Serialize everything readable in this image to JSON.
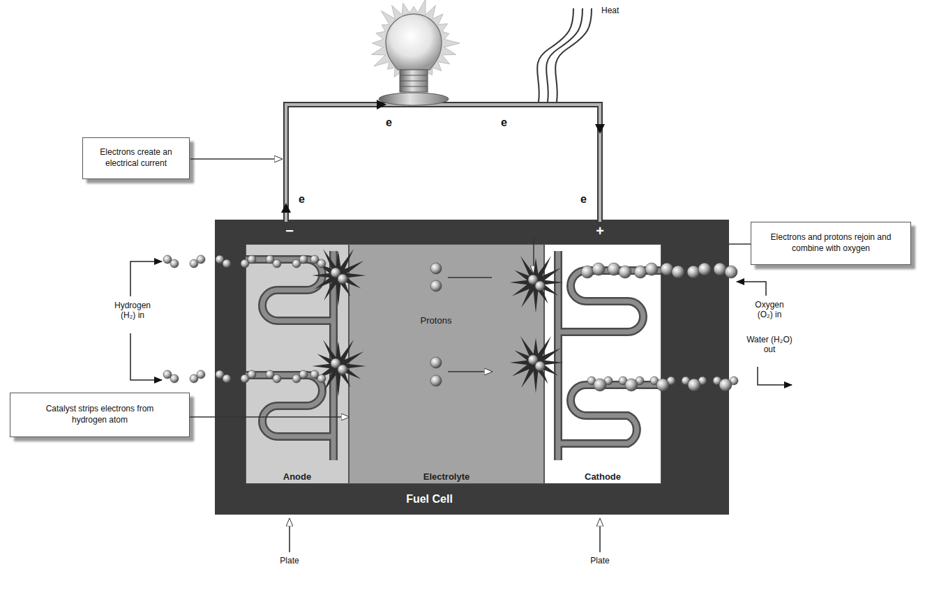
{
  "diagram": {
    "nodes": [
      {
        "text": [
          "Electrons create an electrical current"
        ]
      },
      {
        "text": [
          "Electrons and protons rejoin and combine with oxygen"
        ]
      },
      {
        "text": [
          "Catalyst strips electrons from hydrogen atom"
        ]
      },
      {
        "text": [
          "Fuel Cell"
        ]
      },
      {
        "text": [
          "Anode"
        ],
        "in": 3
      },
      {
        "text": [
          "Electrolyte"
        ],
        "in": 3
      },
      {
        "text": [
          "Cathode"
        ],
        "in": 3
      }
    ],
    "edges": [
      {
        "from": 2,
        "to": 4,
        "arrow": "to"
      },
      {
        "from": 1,
        "to": 3,
        "arrow": "none"
      }
    ],
    "labels": [
      "Heat",
      "e",
      "e",
      "e",
      "e",
      "−",
      "+",
      "Hydrogen (H₂) in",
      "Oxygen (O₂) in",
      "Water (H₂O) out",
      "Protons",
      "Plate",
      "Plate"
    ]
  }
}
